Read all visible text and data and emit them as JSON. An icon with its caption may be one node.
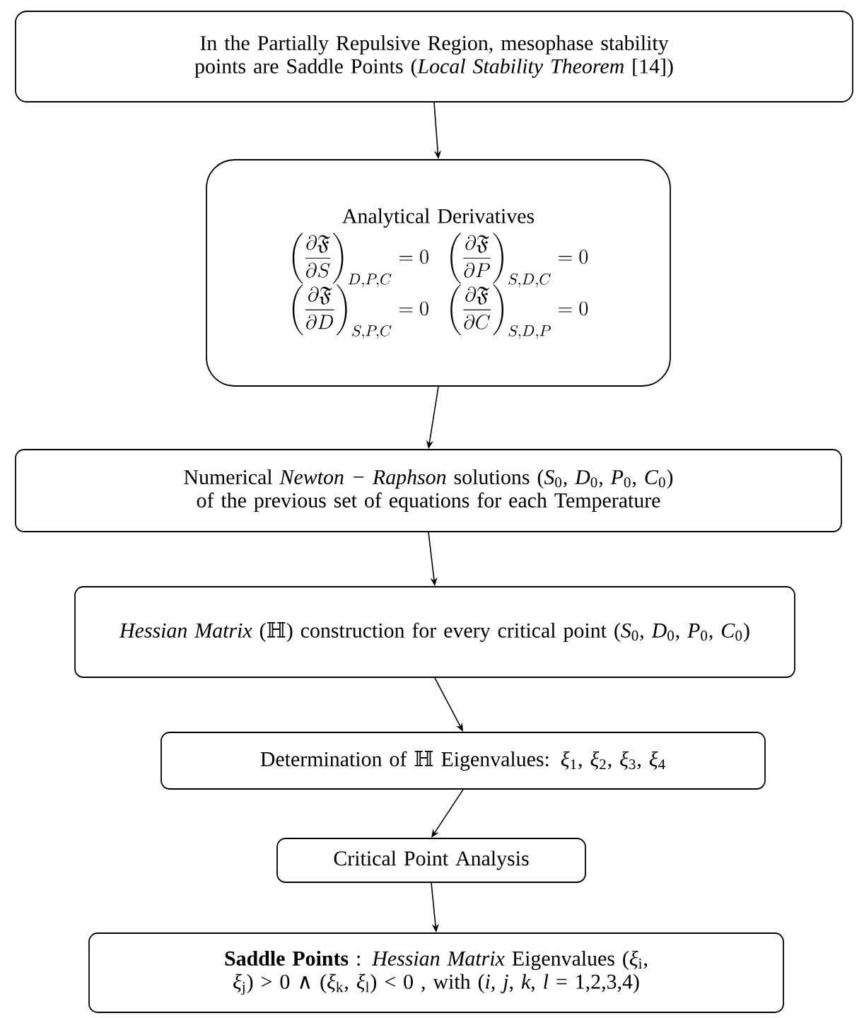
{
  "diagram": {
    "nodes": [
      {
        "text": [
          "In the Partially Repulsive Region, mesophase stability points are Saddle Points (*Local Stability Theorem* [14])"
        ]
      },
      {
        "text": [
          "Analytical Derivatives",
          "\\left(\\frac{\\partial\\mathfrak{F}}{\\partial S}\\right)_{D,P,C} = 0",
          "\\left(\\frac{\\partial\\mathfrak{F}}{\\partial P}\\right)_{S,D,C} = 0",
          "\\left(\\frac{\\partial\\mathfrak{F}}{\\partial D}\\right)_{S,P,C} = 0",
          "\\left(\\frac{\\partial\\mathfrak{F}}{\\partial C}\\right)_{S,D,P} = 0"
        ]
      },
      {
        "text": [
          "Numerical *Newton − Raphson* solutions (*S*$_{0}$, *D*$_{0}$, *P*$_{0}$, *C*$_{0}$) of the previous set of equations for each Temperature"
        ]
      },
      {
        "text": [
          "*Hessian Matrix* (ℍ) construction for every critical point (*S*$_{0}$, *D*$_{0}$, *P*$_{0}$, *C*$_{0}$)"
        ]
      },
      {
        "text": [
          "Determination of ℍ Eigenvalues: *ξ*$_{1}$, *ξ*$_{2}$, *ξ*$_{3}$, *ξ*$_{4}$"
        ]
      },
      {
        "text": [
          "Critical Point Analysis"
        ]
      },
      {
        "text": [
          "**Saddle Points** : *Hessian Matrix* Eigenvalues (*ξ*$_{i}$, *ξ*$_{j}$) > 0 ∧ (*ξ*$_{k}$, *ξ*$_{l}$) < 0 , with (*i*, *j*, *k*, *l* = 1,2,3,4)"
        ]
      }
    ],
    "edges": [
      {
        "from": 0,
        "to": 1,
        "arrow": "to"
      },
      {
        "from": 1,
        "to": 2,
        "arrow": "to"
      },
      {
        "from": 2,
        "to": 3,
        "arrow": "to"
      },
      {
        "from": 3,
        "to": 4,
        "arrow": "to"
      },
      {
        "from": 4,
        "to": 5,
        "arrow": "to"
      },
      {
        "from": 5,
        "to": 6,
        "arrow": "to"
      }
    ]
  }
}
